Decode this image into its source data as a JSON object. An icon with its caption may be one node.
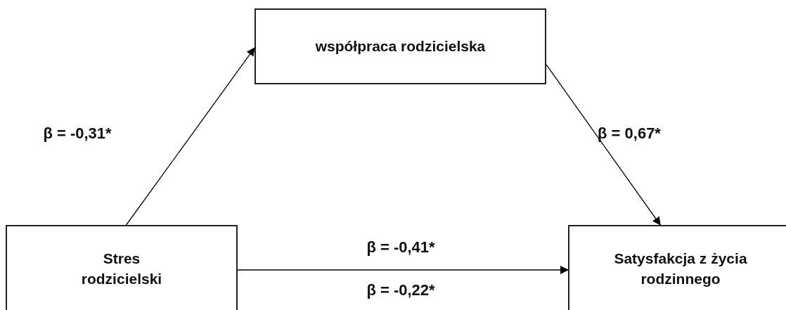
{
  "diagram": {
    "nodes": [
      {
        "text": [
          "Stres rodzicielski"
        ]
      },
      {
        "text": [
          "współpraca rodzicielska"
        ]
      },
      {
        "text": [
          "Satysfakcja z życia rodzinnego"
        ]
      }
    ],
    "edges": [
      {
        "from": 0,
        "to": 1,
        "arrow": "to",
        "label": "β = -0,31*"
      },
      {
        "from": 1,
        "to": 2,
        "arrow": "to",
        "label": "β = 0,67*"
      },
      {
        "from": 0,
        "to": 2,
        "arrow": "to",
        "label": "β = -0,41*"
      }
    ],
    "labels": [
      "β = -0,22*"
    ]
  }
}
